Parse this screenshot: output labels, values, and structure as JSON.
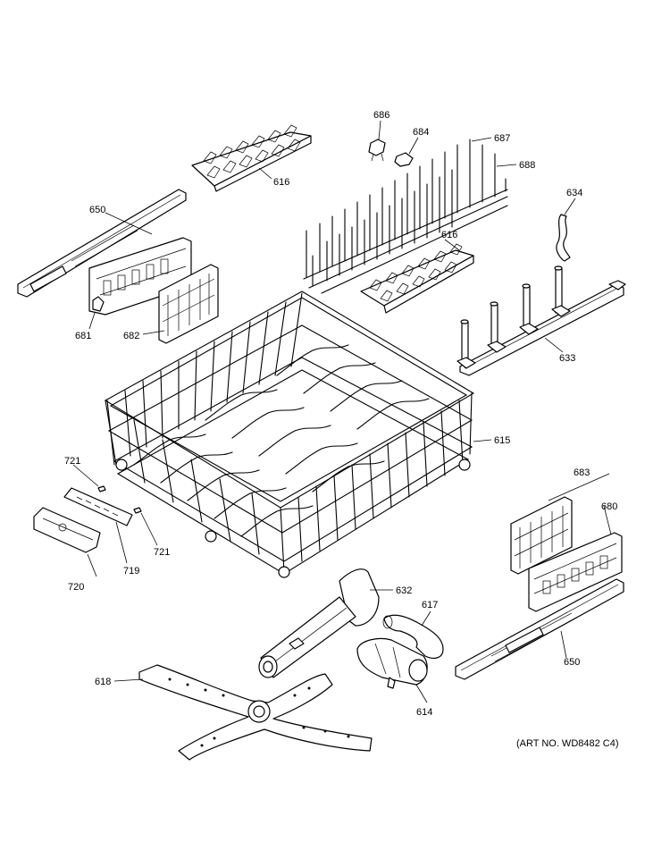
{
  "labels": {
    "p686": "686",
    "p684": "684",
    "p687": "687",
    "p688": "688",
    "p616a": "616",
    "p616b": "616",
    "p634": "634",
    "p650a": "650",
    "p650b": "650",
    "p681": "681",
    "p682": "682",
    "p633": "633",
    "p615": "615",
    "p721a": "721",
    "p721b": "721",
    "p719": "719",
    "p720": "720",
    "p683": "683",
    "p680": "680",
    "p632": "632",
    "p617": "617",
    "p618": "618",
    "p614": "614"
  },
  "art_number": "(ART NO. WD8482 C4)"
}
